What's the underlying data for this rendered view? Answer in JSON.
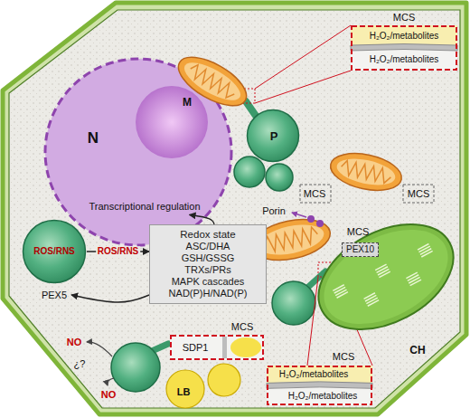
{
  "diagram": {
    "nodes": [
      {
        "text": [
          "N",
          "Transcriptional regulation"
        ]
      },
      {
        "text": [
          "M"
        ]
      },
      {
        "text": [
          "P"
        ]
      },
      {
        "text": [
          "MCS",
          "H₂O₂/metabolites",
          "H₂O₂/metabolites"
        ]
      },
      {
        "text": [
          "ROS/RNS",
          "PEX5"
        ]
      },
      {
        "text": [
          "Redox state",
          "ASC/DHA",
          "GSH/GSSG",
          "TRXs/PRs",
          "MAPK cascades",
          "NAD(P)H/NAD(P)"
        ]
      },
      {
        "text": [
          "PEX10"
        ]
      },
      {
        "text": [
          "CH"
        ]
      },
      {
        "text": [
          "MCS",
          "SDP1"
        ]
      },
      {
        "text": [
          "LB"
        ]
      },
      {
        "text": [
          "MCS",
          "H₂O₂/metabolites",
          "H₂O₂/metabolites"
        ]
      }
    ],
    "edges": [
      {
        "from": 5,
        "to": 0,
        "arrow": "to"
      },
      {
        "from": 4,
        "to": 5,
        "label": "ROS/RNS",
        "arrow": "to"
      },
      {
        "from": 5,
        "to": 4,
        "arrow": "to"
      }
    ],
    "labels": [
      "MCS",
      "MCS",
      "MCS",
      "Porin",
      "NO",
      "¿?",
      "NO"
    ]
  }
}
